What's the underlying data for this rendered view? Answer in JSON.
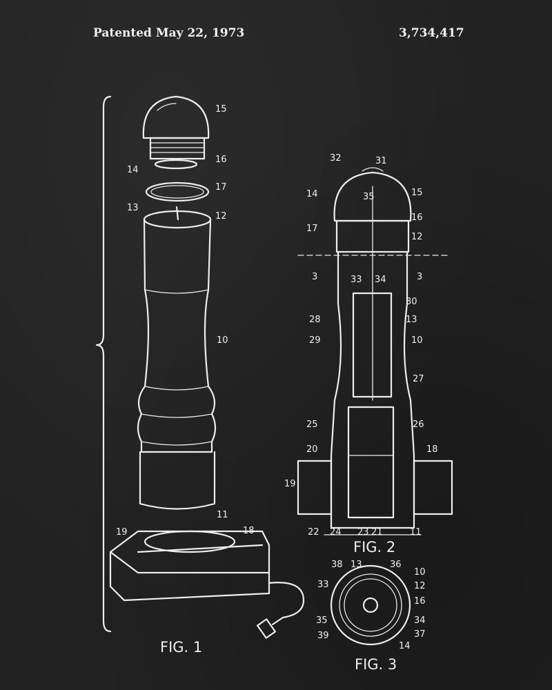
{
  "header": {
    "patented": "Patented  May 22, 1973",
    "number": "3,734,417"
  },
  "captions": {
    "fig1": "FIG. 1",
    "fig2": "FIG. 2",
    "fig3": "FIG. 3"
  },
  "fig1_labels": [
    "15",
    "16",
    "14",
    "17",
    "13",
    "12",
    "10",
    "11",
    "19",
    "18"
  ],
  "fig2_labels": [
    "32",
    "31",
    "14",
    "35",
    "15",
    "17",
    "16",
    "12",
    "3",
    "33",
    "34",
    "3",
    "30",
    "28",
    "13",
    "29",
    "10",
    "27",
    "25",
    "26",
    "20",
    "18",
    "19",
    "22",
    "24",
    "23",
    "21",
    "11"
  ],
  "fig3_labels": [
    "38",
    "13",
    "36",
    "10",
    "12",
    "16",
    "33",
    "35",
    "34",
    "39",
    "37",
    "14"
  ]
}
